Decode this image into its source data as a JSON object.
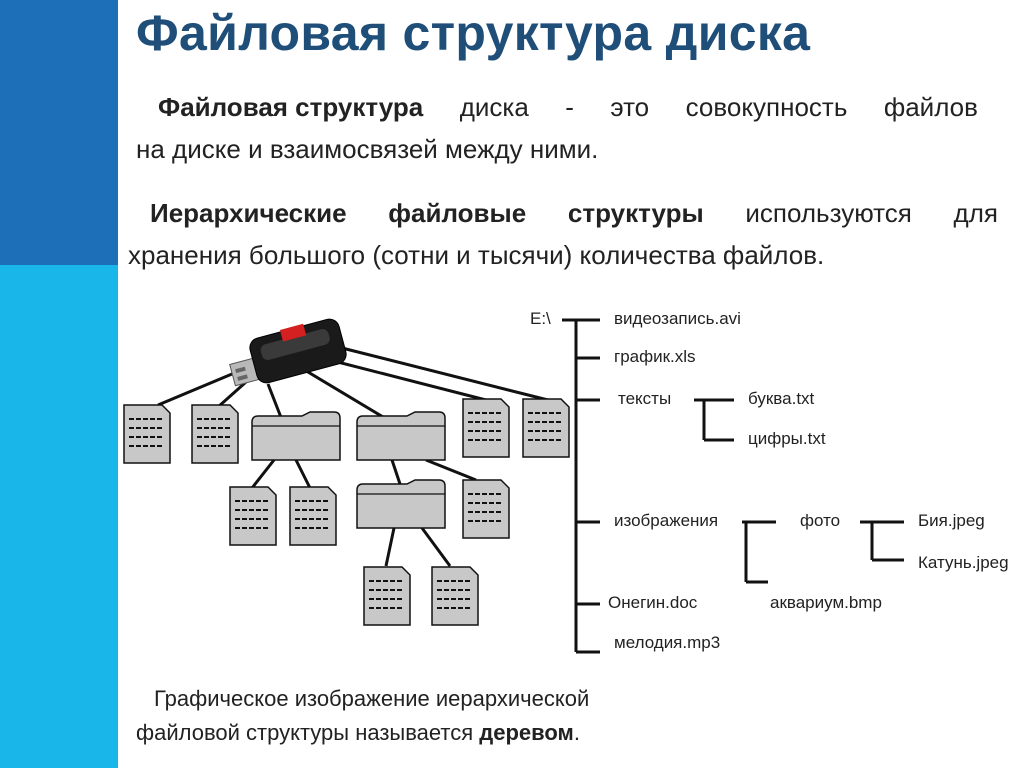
{
  "title": "Файловая структура диска",
  "definition": {
    "term": "Файловая структура",
    "line1_rest_a": "диска",
    "line1_rest_b": "-",
    "line1_rest_c": "это",
    "line1_rest_d": "совокупность",
    "line1_rest_e": "файлов",
    "line2": "на диске и взаимосвязей между ними."
  },
  "hierarchy": {
    "term_a": "Иерархические",
    "term_b": "файловые",
    "term_c": "структуры",
    "line1_rest_a": "используются",
    "line1_rest_b": "для",
    "line2": "хранения большого (сотни и тысячи) количества файлов."
  },
  "tree": {
    "root": "E:\\",
    "items": {
      "video": "видеозапись.avi",
      "chart": "график.xls",
      "texts": "тексты",
      "letter": "буква.txt",
      "digits": "цифры.txt",
      "images": "изображения",
      "photo": "фото",
      "biya": "Бия.jpeg",
      "katun": "Катунь.jpeg",
      "onegin": "Онегин.doc",
      "aquarium": "аквариум.bmp",
      "melody": "мелодия.mp3"
    }
  },
  "caption": {
    "line1": "Графическое изображение иерархической",
    "line2_prefix": "файловой структуры называется ",
    "line2_bold": "деревом",
    "line2_suffix": "."
  },
  "colors": {
    "sidebar_dark": "#1d6fb8",
    "sidebar_light": "#19b6ea",
    "title": "#1f4e79",
    "node_fill": "#c8c8c8"
  }
}
